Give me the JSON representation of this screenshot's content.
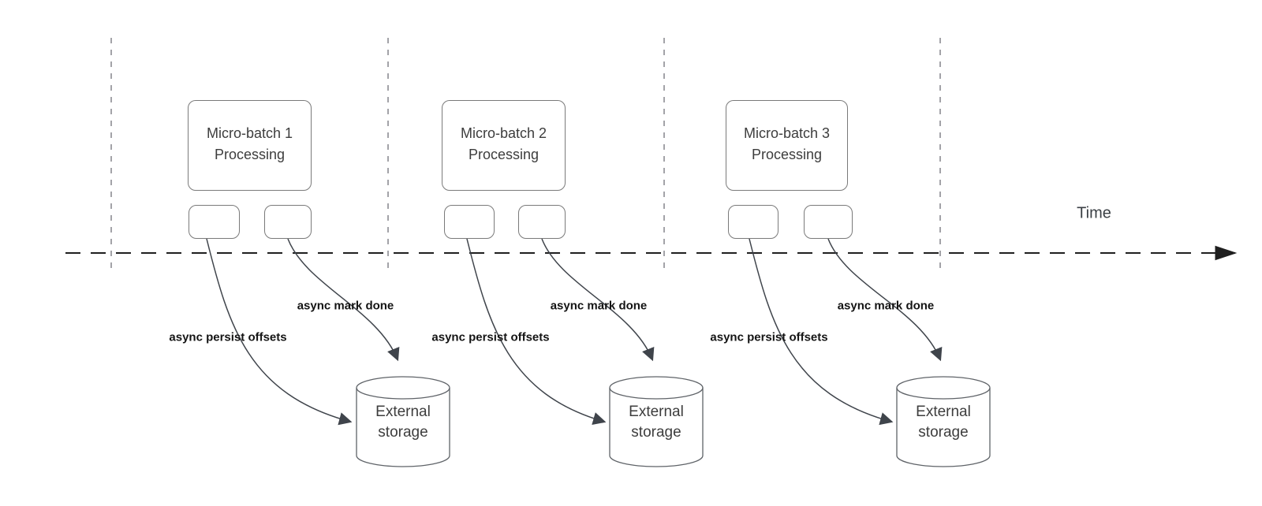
{
  "diagram": {
    "time_axis_label": "Time",
    "colors": {
      "curve_arrow": "#3f444b",
      "time_axis": "#1f1f1f",
      "guide_line": "#a3a3a8",
      "shape_border": "#7a7a7a",
      "shape_text": "#3d3d3d",
      "arrow_label_text": "#141414",
      "background": "#ffffff"
    },
    "batches": [
      {
        "box_label": "Micro-batch 1\nProcessing",
        "persist_arrow_label": "async persist offsets",
        "done_arrow_label": "async mark done",
        "storage_label": "External\nstorage"
      },
      {
        "box_label": "Micro-batch 2\nProcessing",
        "persist_arrow_label": "async persist offsets",
        "done_arrow_label": "async mark done",
        "storage_label": "External\nstorage"
      },
      {
        "box_label": "Micro-batch 3\nProcessing",
        "persist_arrow_label": "async persist offsets",
        "done_arrow_label": "async mark done",
        "storage_label": "External\nstorage"
      }
    ]
  }
}
